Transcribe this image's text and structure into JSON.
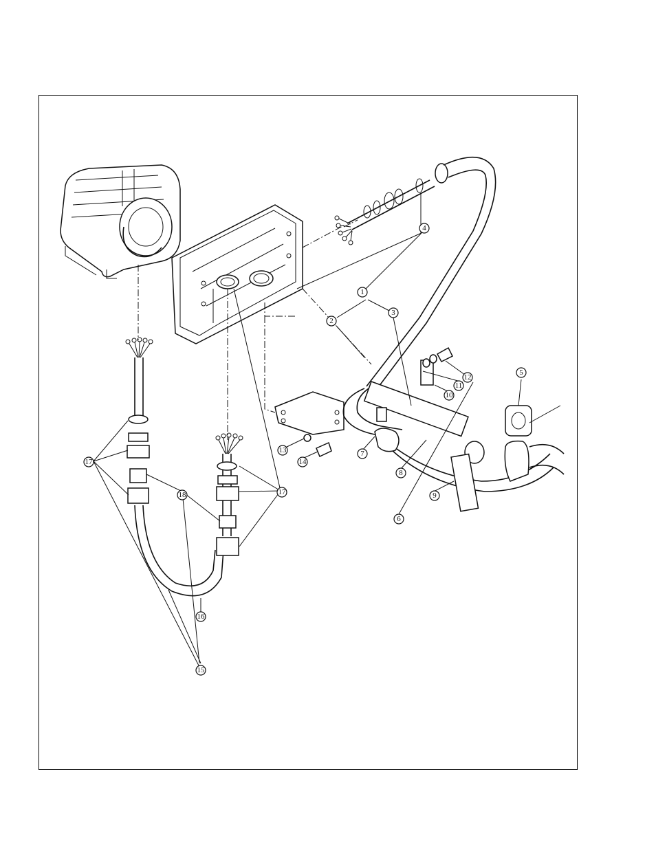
{
  "figure": {
    "callouts": [
      {
        "id": "c1",
        "label": "1"
      },
      {
        "id": "c2",
        "label": "2"
      },
      {
        "id": "c3",
        "label": "3"
      },
      {
        "id": "c4",
        "label": "4"
      },
      {
        "id": "c5",
        "label": "5"
      },
      {
        "id": "c6",
        "label": "6"
      },
      {
        "id": "c7",
        "label": "7"
      },
      {
        "id": "c8",
        "label": "8"
      },
      {
        "id": "c9",
        "label": "9"
      },
      {
        "id": "c10",
        "label": "10"
      },
      {
        "id": "c11",
        "label": "11"
      },
      {
        "id": "c12",
        "label": "12"
      },
      {
        "id": "c13",
        "label": "13"
      },
      {
        "id": "c14",
        "label": "14"
      },
      {
        "id": "c15",
        "label": "15"
      },
      {
        "id": "c16",
        "label": "16"
      },
      {
        "id": "c17a",
        "label": "17"
      },
      {
        "id": "c17b",
        "label": "17"
      },
      {
        "id": "c18",
        "label": "18"
      }
    ]
  }
}
